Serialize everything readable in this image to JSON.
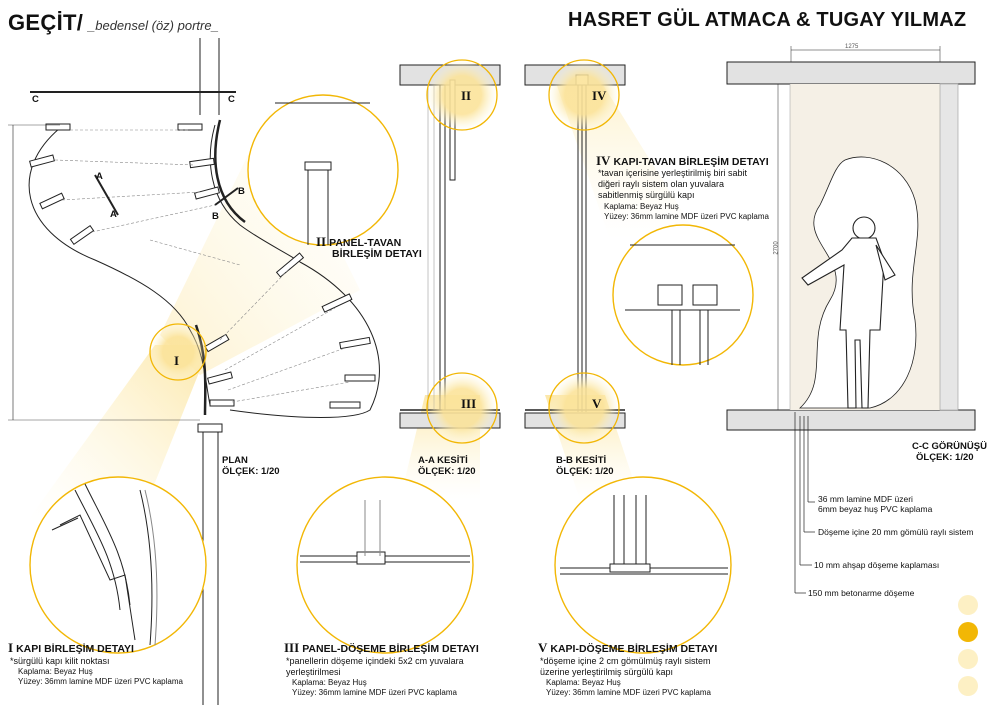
{
  "header": {
    "title": "GEÇİT/",
    "subtitle": "_bedensel (öz) portre_",
    "authors": "HASRET GÜL ATMACA & TUGAY YILMAZ"
  },
  "plan": {
    "section_c_left": "C",
    "section_c_right": "C",
    "section_a_top": "A",
    "section_a_bottom": "A",
    "section_b_top": "B",
    "section_b_bottom": "B",
    "detail_marker": "I",
    "label": "PLAN",
    "scale": "ÖLÇEK: 1/20"
  },
  "section_aa": {
    "label": "A-A KESİTİ",
    "scale": "ÖLÇEK: 1/20",
    "marker_top": "II",
    "marker_bottom": "III"
  },
  "section_bb": {
    "label": "B-B KESİTİ",
    "scale": "ÖLÇEK: 1/20",
    "marker_top": "IV",
    "marker_bottom": "V"
  },
  "elevation_cc": {
    "label": "C-C GÖRÜNÜŞÜ",
    "scale": "ÖLÇEK: 1/20",
    "dimension_top": "1275",
    "dimension_height": "2700"
  },
  "detail_1": {
    "numeral": "I",
    "title": "KAPI BİRLEŞİM DETAYI",
    "note": "*sürgülü kapı kilit noktası",
    "cladding": "Kaplama: Beyaz Huş",
    "surface": "Yüzey: 36mm lamine MDF üzeri PVC kaplama"
  },
  "detail_2": {
    "numeral": "II",
    "title_line1": "PANEL-TAVAN",
    "title_line2": "BİRLEŞİM DETAYI"
  },
  "detail_3": {
    "numeral": "III",
    "title": "PANEL-DÖŞEME BİRLEŞİM DETAYI",
    "note_line1": "*panellerin döşeme içindeki 5x2 cm yuvalara",
    "note_line2": "yerleştirilmesi",
    "cladding": "Kaplama: Beyaz Huş",
    "surface": "Yüzey: 36mm lamine MDF üzeri PVC kaplama"
  },
  "detail_4": {
    "numeral": "IV",
    "title": "KAPI-TAVAN BİRLEŞİM DETAYI",
    "note_line1": "*tavan içerisine yerleştirilmiş biri sabit",
    "note_line2": "diğeri raylı sistem olan yuvalara",
    "note_line3": "sabitlenmiş sürgülü kapı",
    "cladding": "Kaplama: Beyaz Huş",
    "surface": "Yüzey: 36mm lamine MDF üzeri PVC kaplama"
  },
  "detail_5": {
    "numeral": "V",
    "title": "KAPI-DÖŞEME BİRLEŞİM DETAYI",
    "note_line1": "*döşeme içine 2 cm gömülmüş raylı sistem",
    "note_line2": "üzerine yerleştirilmiş sürgülü kapı",
    "cladding": "Kaplama: Beyaz Huş",
    "surface": "Yüzey: 36mm lamine MDF üzeri PVC kaplama"
  },
  "legend": {
    "item1_line1": "36 mm lamine MDF üzeri",
    "item1_line2": "6mm beyaz huş PVC kaplama",
    "item2": "Döşeme içine 20 mm gömülü raylı sistem",
    "item3": "10 mm ahşap döşeme kaplaması",
    "item4": "150 mm betonarme döşeme"
  },
  "colors": {
    "accent": "#f2b705",
    "accent_light": "#fbe9a6",
    "glow": "#fdf3c8",
    "panel_fill": "#f5f0e6",
    "slab_fill": "#e2e2e2"
  }
}
